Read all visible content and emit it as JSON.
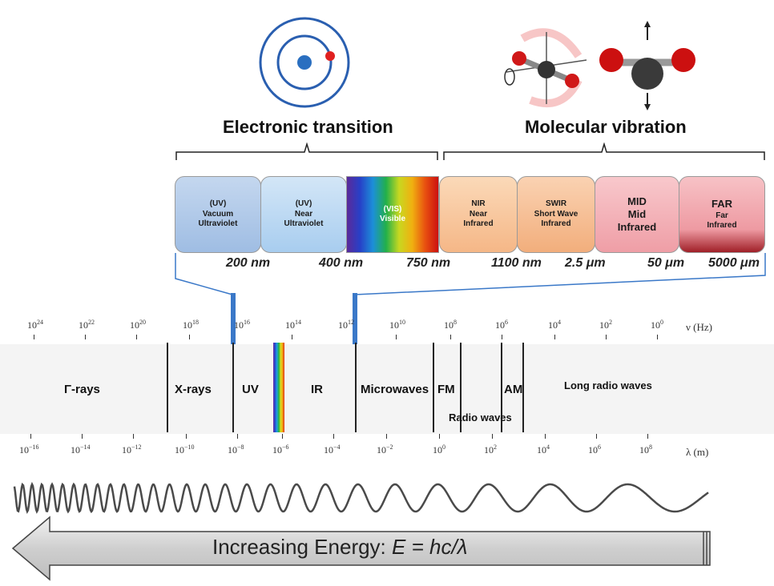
{
  "headers": {
    "electronic": "Electronic transition",
    "molecular": "Molecular vibration"
  },
  "bands": [
    {
      "l1": "(UV)",
      "l2": "Vacuum",
      "l3": "Ultraviolet"
    },
    {
      "l1": "(UV)",
      "l2": "Near",
      "l3": "Ultraviolet"
    },
    {
      "l1": "(VIS)",
      "l2": "Visible"
    },
    {
      "l1": "NIR",
      "l2": "Near",
      "l3": "Infrared"
    },
    {
      "l1": "SWIR",
      "l2": "Short Wave",
      "l3": "Infrared"
    },
    {
      "l1": "MID",
      "l2": "Mid",
      "l3": "Infrared"
    },
    {
      "l1": "FAR",
      "l2": "Far",
      "l3": "Infrared"
    }
  ],
  "wavelength_labels": [
    "200 nm",
    "400 nm",
    "750 nm",
    "1100 nm",
    "2.5 μm",
    "50 μm",
    "5000 μm"
  ],
  "frequency_exponents": [
    "24",
    "22",
    "20",
    "18",
    "16",
    "14",
    "12",
    "10",
    "8",
    "6",
    "4",
    "2",
    "0"
  ],
  "frequency_unit": "ν (Hz)",
  "wavelength_exponents": [
    "−16",
    "−14",
    "−12",
    "−10",
    "−8",
    "−6",
    "−4",
    "−2",
    "0",
    "2",
    "4",
    "6",
    "8"
  ],
  "wavelength_unit": "λ (m)",
  "regions": {
    "gamma": "Γ-rays",
    "xrays": "X-rays",
    "uv": "UV",
    "ir": "IR",
    "microwaves": "Microwaves",
    "fm": "FM",
    "am": "AM",
    "radio": "Radio waves",
    "long_radio": "Long radio waves"
  },
  "arrow": {
    "prefix": "Increasing Energy: ",
    "formula": "E = hc/λ"
  },
  "colors": {
    "band_uv": "#a9c6e8",
    "band_nir": "#f7c79c",
    "band_mid": "#f3b3b9",
    "callout_line": "#3a78c8",
    "electron": "#e02020",
    "nucleus": "#2a6fc0"
  }
}
